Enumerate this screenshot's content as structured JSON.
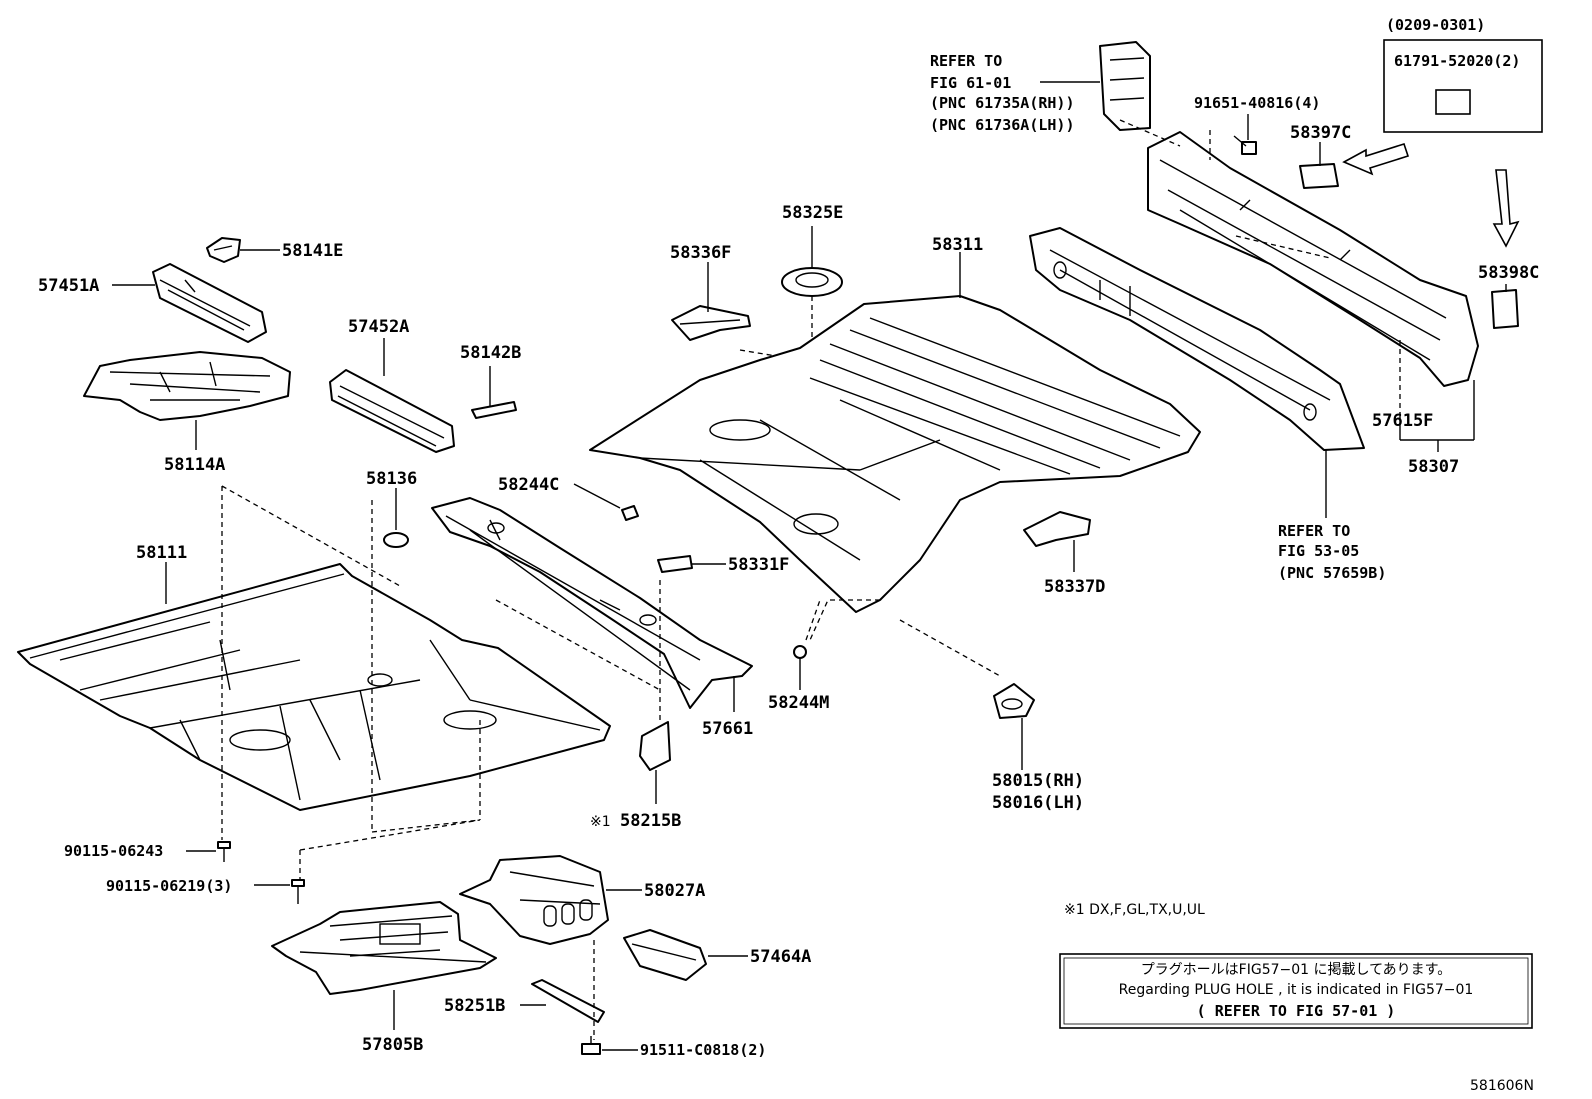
{
  "diagram": {
    "drawing_code": "581606N",
    "parts": [
      {
        "id": "58141E"
      },
      {
        "id": "57451A"
      },
      {
        "id": "58114A"
      },
      {
        "id": "57452A"
      },
      {
        "id": "58142B"
      },
      {
        "id": "58136"
      },
      {
        "id": "58111"
      },
      {
        "id": "58244C"
      },
      {
        "id": "58331F"
      },
      {
        "id": "57661"
      },
      {
        "id": "58215B"
      },
      {
        "id": "58336F"
      },
      {
        "id": "58325E"
      },
      {
        "id": "58311"
      },
      {
        "id": "58244M"
      },
      {
        "id": "58337D"
      },
      {
        "id": "58015(RH)"
      },
      {
        "id": "58016(LH)"
      },
      {
        "id": "58397C"
      },
      {
        "id": "58398C"
      },
      {
        "id": "57615F"
      },
      {
        "id": "58307"
      },
      {
        "id": "91651-40816(4)"
      },
      {
        "id": "90115-06243"
      },
      {
        "id": "90115-06219(3)"
      },
      {
        "id": "58027A"
      },
      {
        "id": "57464A"
      },
      {
        "id": "58251B"
      },
      {
        "id": "57805B"
      },
      {
        "id": "91511-C0818(2)"
      }
    ],
    "refer_fig61": [
      "REFER TO",
      "FIG 61-01",
      "(PNC 61735A(RH))",
      "(PNC 61736A(LH))"
    ],
    "refer_fig53": [
      "REFER TO",
      "FIG 53-05",
      "(PNC 57659B)"
    ],
    "kit_box": {
      "date_range": "(0209-0301)",
      "part": "61791-52020(2)"
    },
    "footnote_marker": "※1",
    "footnote": "※1 DX,F,GL,TX,U,UL",
    "plug_hole_note": {
      "line_jp": "プラグホールはFIG57−01 に掲載してあります。",
      "line_en": "Regarding PLUG HOLE , it is indicated in FIG57−01",
      "line_ref": "( REFER TO FIG 57-01 )"
    }
  }
}
